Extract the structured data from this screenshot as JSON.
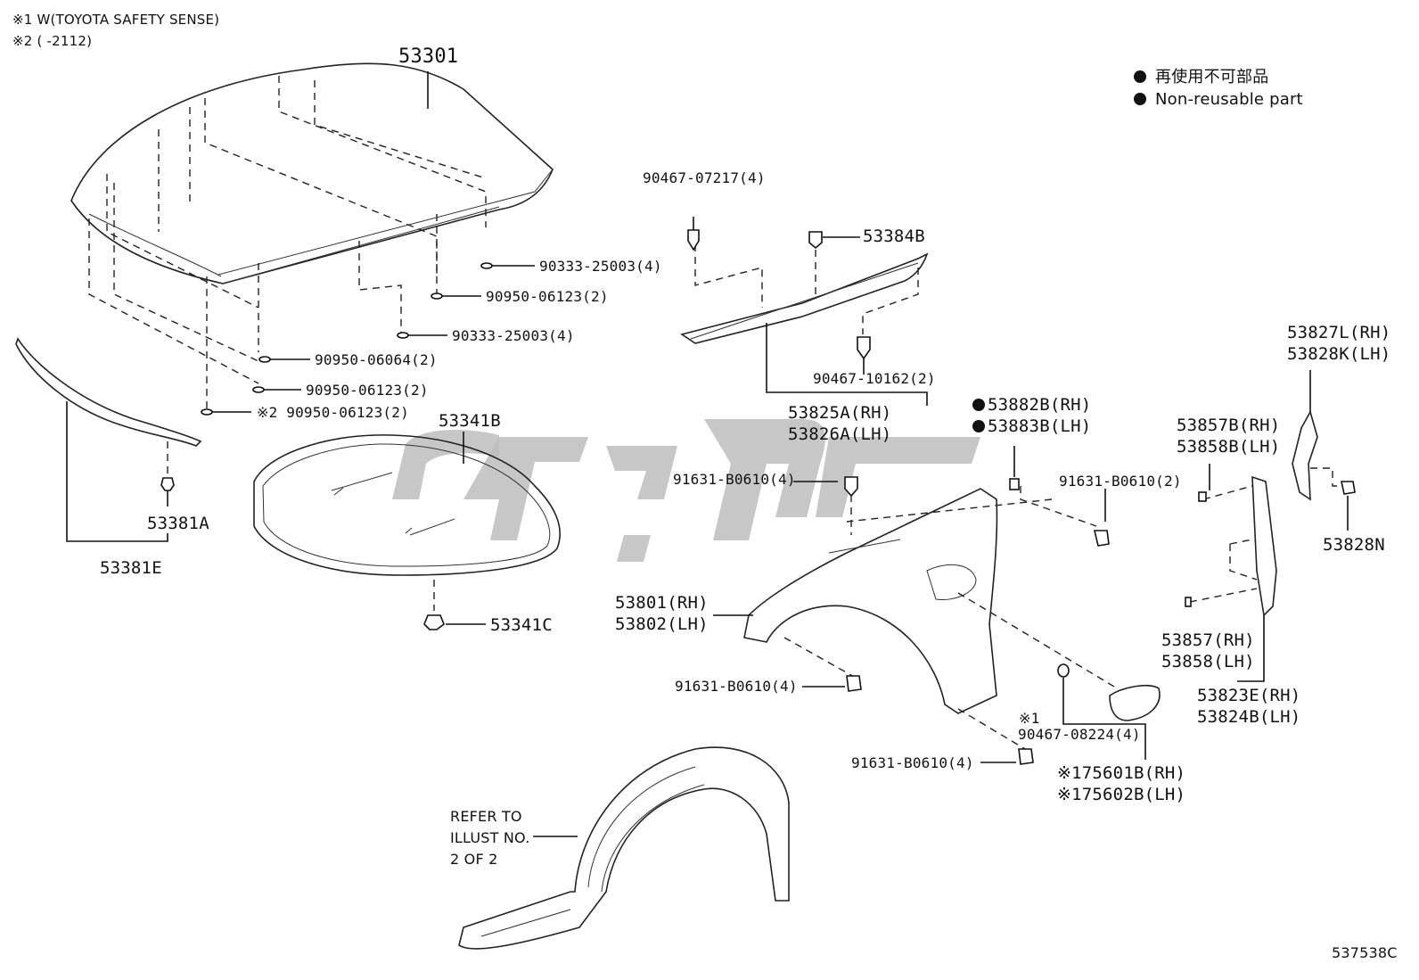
{
  "notes": {
    "note1": "※1 W(TOYOTA SAFETY SENSE)",
    "note2": "※2 (      -2112)"
  },
  "legend": {
    "jp": "再使用不可部品",
    "en": "Non-reusable part"
  },
  "parts": {
    "p53301": "53301",
    "p90333a": "90333-25003(4)",
    "p90950a": "90950-06123(2)",
    "p90333b": "90333-25003(4)",
    "p90950_06064": "90950-06064(2)",
    "p90950b": "90950-06123(2)",
    "p90950c": "※2 90950-06123(2)",
    "p53381A": "53381A",
    "p53381E": "53381E",
    "p53341B": "53341B",
    "p53341C": "53341C",
    "p90467_07217": "90467-07217(4)",
    "p53384B": "53384B",
    "p90467_10162": "90467-10162(2)",
    "p53825A": "53825A(RH)",
    "p53826A": "53826A(LH)",
    "p53882B": "53882B(RH)",
    "p53883B": "53883B(LH)",
    "p91631_top": "91631-B0610(4)",
    "p91631_right": "91631-B0610(2)",
    "p53801": "53801(RH)",
    "p53802": "53802(LH)",
    "p91631_mid": "91631-B0610(4)",
    "p91631_bot": "91631-B0610(4)",
    "p_mark1": "※1",
    "p90467_08224": "90467-08224(4)",
    "p75601B": "※175601B(RH)",
    "p75602B": "※175602B(LH)",
    "p53827L": "53827L(RH)",
    "p53828K": "53828K(LH)",
    "p53857B": "53857B(RH)",
    "p53858B": "53858B(LH)",
    "p53828N": "53828N",
    "p53857": "53857(RH)",
    "p53858": "53858(LH)",
    "p53823E": "53823E(RH)",
    "p53824B": "53824B(LH)"
  },
  "refer": {
    "line1": "REFER TO",
    "line2": "ILLUST NO.",
    "line3": "2 OF 2"
  },
  "figure_code": "537538C"
}
